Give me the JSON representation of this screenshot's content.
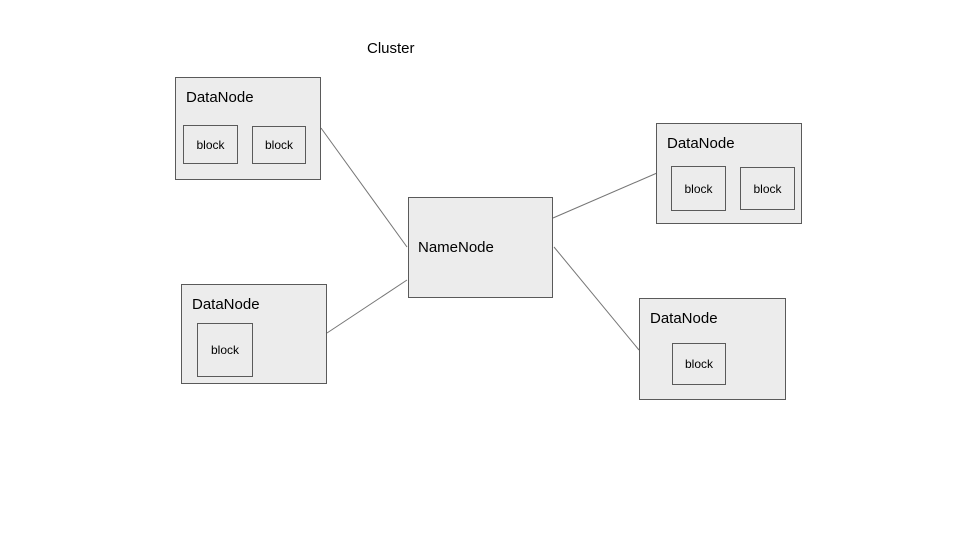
{
  "diagram": {
    "title": "Cluster",
    "namenode": {
      "label": "NameNode"
    },
    "datanodes": [
      {
        "id": "datanode-top-left",
        "label": "DataNode",
        "blocks": [
          "block",
          "block"
        ]
      },
      {
        "id": "datanode-top-right",
        "label": "DataNode",
        "blocks": [
          "block",
          "block"
        ]
      },
      {
        "id": "datanode-bottom-left",
        "label": "DataNode",
        "blocks": [
          "block"
        ]
      },
      {
        "id": "datanode-bottom-right",
        "label": "DataNode",
        "blocks": [
          "block"
        ]
      }
    ],
    "connections": [
      {
        "from": "datanode-top-left",
        "to": "namenode"
      },
      {
        "from": "datanode-bottom-left",
        "to": "namenode"
      },
      {
        "from": "namenode",
        "to": "datanode-top-right"
      },
      {
        "from": "namenode",
        "to": "datanode-bottom-right"
      }
    ],
    "colors": {
      "background": "#ffffff",
      "node_fill": "#ececec",
      "node_border": "#5a5a5a",
      "connector": "#757575",
      "text": "#000000"
    }
  }
}
